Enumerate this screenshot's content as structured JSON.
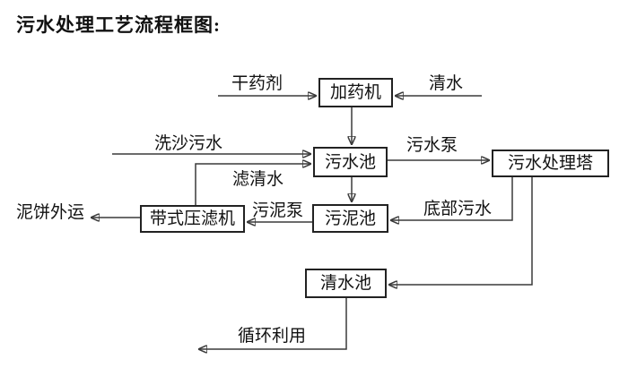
{
  "title": "污水处理工艺流程框图:",
  "nodes": {
    "dosing_machine": {
      "label": "加药机"
    },
    "sewage_pool": {
      "label": "污水池"
    },
    "treatment_tower": {
      "label": "污水处理塔"
    },
    "sludge_pool": {
      "label": "污泥池"
    },
    "belt_filter_press": {
      "label": "带式压滤机"
    },
    "clean_water_pool": {
      "label": "清水池"
    }
  },
  "edge_labels": {
    "dry_agent": {
      "label": "干药剂"
    },
    "clean_water": {
      "label": "清水"
    },
    "sand_wash_sewage": {
      "label": "洗沙污水"
    },
    "filtered_water": {
      "label": "滤清水"
    },
    "sewage_pump": {
      "label": "污水泵"
    },
    "bottom_sewage": {
      "label": "底部污水"
    },
    "sludge_pump": {
      "label": "污泥泵"
    },
    "mud_cake_out": {
      "label": "泥饼外运"
    },
    "recycle_use": {
      "label": "循环利用"
    }
  },
  "colors": {
    "background": "#ffffff",
    "line": "#3a3a3a",
    "box_border": "#222222",
    "text": "#111111"
  }
}
